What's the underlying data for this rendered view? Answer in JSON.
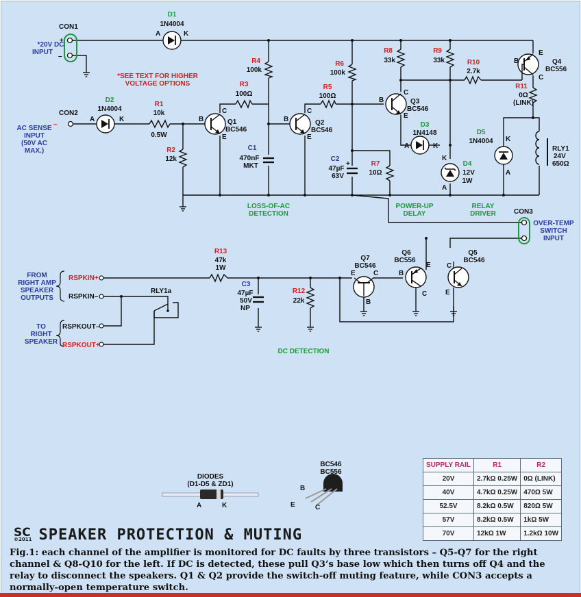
{
  "components": {
    "d1": {
      "ref": "D1",
      "part": "1N4004",
      "anode": "A",
      "cathode": "K"
    },
    "d2": {
      "ref": "D2",
      "part": "1N4004",
      "anode": "A",
      "cathode": "K"
    },
    "d3": {
      "ref": "D3",
      "part": "1N4148",
      "anode": "A",
      "cathode": "K"
    },
    "d4": {
      "ref": "D4",
      "value1": "12V",
      "value2": "1W",
      "anode": "A",
      "cathode": "K"
    },
    "d5": {
      "ref": "D5",
      "part": "1N4004",
      "anode": "A",
      "cathode": "K"
    },
    "r1": {
      "ref": "R1",
      "value": "10k",
      "power": "0.5W"
    },
    "r2": {
      "ref": "R2",
      "value": "12k"
    },
    "r3": {
      "ref": "R3",
      "value": "100Ω"
    },
    "r4": {
      "ref": "R4",
      "value": "100k"
    },
    "r5": {
      "ref": "R5",
      "value": "100Ω"
    },
    "r6": {
      "ref": "R6",
      "value": "100k"
    },
    "r7": {
      "ref": "R7",
      "value": "10Ω"
    },
    "r8": {
      "ref": "R8",
      "value": "33k"
    },
    "r9": {
      "ref": "R9",
      "value": "33k"
    },
    "r10": {
      "ref": "R10",
      "value": "2.7k"
    },
    "r11": {
      "ref": "R11",
      "value": "0Ω",
      "note": "(LINK)"
    },
    "r12": {
      "ref": "R12",
      "value": "22k"
    },
    "r13": {
      "ref": "R13",
      "value": "47k",
      "power": "1W"
    },
    "c1": {
      "ref": "C1",
      "value": "470nF",
      "type": "MKT"
    },
    "c2": {
      "ref": "C2",
      "value": "47µF",
      "voltage": "63V"
    },
    "c3": {
      "ref": "C3",
      "value": "47µF",
      "voltage": "50V",
      "type": "NP"
    },
    "q1": {
      "ref": "Q1",
      "part": "BC546"
    },
    "q2": {
      "ref": "Q2",
      "part": "BC546"
    },
    "q3": {
      "ref": "Q3",
      "part": "BC546"
    },
    "q4": {
      "ref": "Q4",
      "part": "BC556"
    },
    "q5": {
      "ref": "Q5",
      "part": "BC546"
    },
    "q6": {
      "ref": "Q6",
      "part": "BC556"
    },
    "q7": {
      "ref": "Q7",
      "part": "BC546"
    },
    "rly1": {
      "ref": "RLY1",
      "value1": "24V",
      "value2": "650Ω"
    },
    "rly1a": {
      "ref": "RLY1a"
    },
    "pins": {
      "b": "B",
      "c": "C",
      "e": "E"
    }
  },
  "connectors": {
    "con1": {
      "ref": "CON1",
      "plus": "+",
      "minus": "–",
      "label": [
        "*20V DC",
        "INPUT"
      ]
    },
    "con2": {
      "ref": "CON2",
      "label": [
        "AC SENSE",
        "INPUT",
        "(50V AC",
        "MAX.)"
      ]
    },
    "con3": {
      "ref": "CON3",
      "label": [
        "OVER-TEMP",
        "SWITCH",
        "INPUT"
      ]
    }
  },
  "notes": {
    "higher_voltage": [
      "*SEE TEXT FOR HIGHER",
      "VOLTAGE OPTIONS"
    ]
  },
  "sections": {
    "loss_of_ac": [
      "LOSS-OF-AC",
      "DETECTION"
    ],
    "power_up": [
      "POWER-UP",
      "DELAY"
    ],
    "relay_driver": [
      "RELAY",
      "DRIVER"
    ],
    "dc_detection": "DC DETECTION"
  },
  "speaker_io": {
    "from_label": [
      "FROM",
      "RIGHT AMP",
      "SPEAKER",
      "OUTPUTS"
    ],
    "to_label": [
      "TO",
      "RIGHT",
      "SPEAKER"
    ],
    "rspkin_plus": "RSPKIN+",
    "rspkin_minus": "RSPKIN–",
    "rspkout_minus": "RSPKOUT–",
    "rspkout_plus": "RSPKOUT+"
  },
  "pinout": {
    "diodes_label": [
      "DIODES",
      "(D1-D5 & ZD1)"
    ],
    "anode": "A",
    "cathode": "K",
    "transistor_label": [
      "BC546",
      "BC556"
    ],
    "b": "B",
    "e": "E",
    "c": "C"
  },
  "supply_table": {
    "headers": [
      "SUPPLY RAIL",
      "R1",
      "R2"
    ],
    "rows": [
      [
        "20V",
        "2.7kΩ 0.25W",
        "0Ω (LINK)"
      ],
      [
        "40V",
        "4.7kΩ 0.25W",
        "470Ω 5W"
      ],
      [
        "52.5V",
        "8.2kΩ 0.5W",
        "820Ω 5W"
      ],
      [
        "57V",
        "8.2kΩ 0.5W",
        "1kΩ 5W"
      ],
      [
        "70V",
        "12kΩ 1W",
        "1.2kΩ 10W"
      ]
    ]
  },
  "logo": {
    "text": "SC",
    "year": "©2011"
  },
  "title": "SPEAKER PROTECTION & MUTING",
  "caption": "Fig.1: each channel of the amplifier is monitored for DC faults by three transistors – Q5-Q7 for the right channel & Q8-Q10 for the left. If DC is detected, these pull Q3’s base low which then turns off Q4 and the relay to disconnect the speakers. Q1 & Q2 provide the switch-off muting feature, while CON3 accepts a normally-open temperature switch.",
  "colors": {
    "background": "#cfe2f5",
    "ref_red": "#d42020",
    "ref_green": "#1a9a3a",
    "label_blue": "#2b3b9e",
    "table_header": "#b02a6a",
    "rule": "#c8302a"
  }
}
